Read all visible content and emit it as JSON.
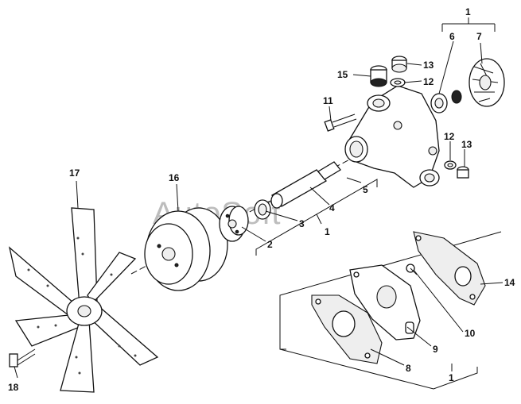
{
  "watermark": "AutoSoft",
  "callouts": {
    "c1_top": "1",
    "c1_mid": "1",
    "c1_bottom": "1",
    "c2": "2",
    "c3": "3",
    "c4": "4",
    "c5": "5",
    "c6": "6",
    "c7": "7",
    "c8": "8",
    "c9": "9",
    "c10": "10",
    "c11": "11",
    "c12_top": "12",
    "c12_right": "12",
    "c13_top": "13",
    "c13_right": "13",
    "c14": "14",
    "c15": "15",
    "c16": "16",
    "c17": "17",
    "c18": "18"
  }
}
